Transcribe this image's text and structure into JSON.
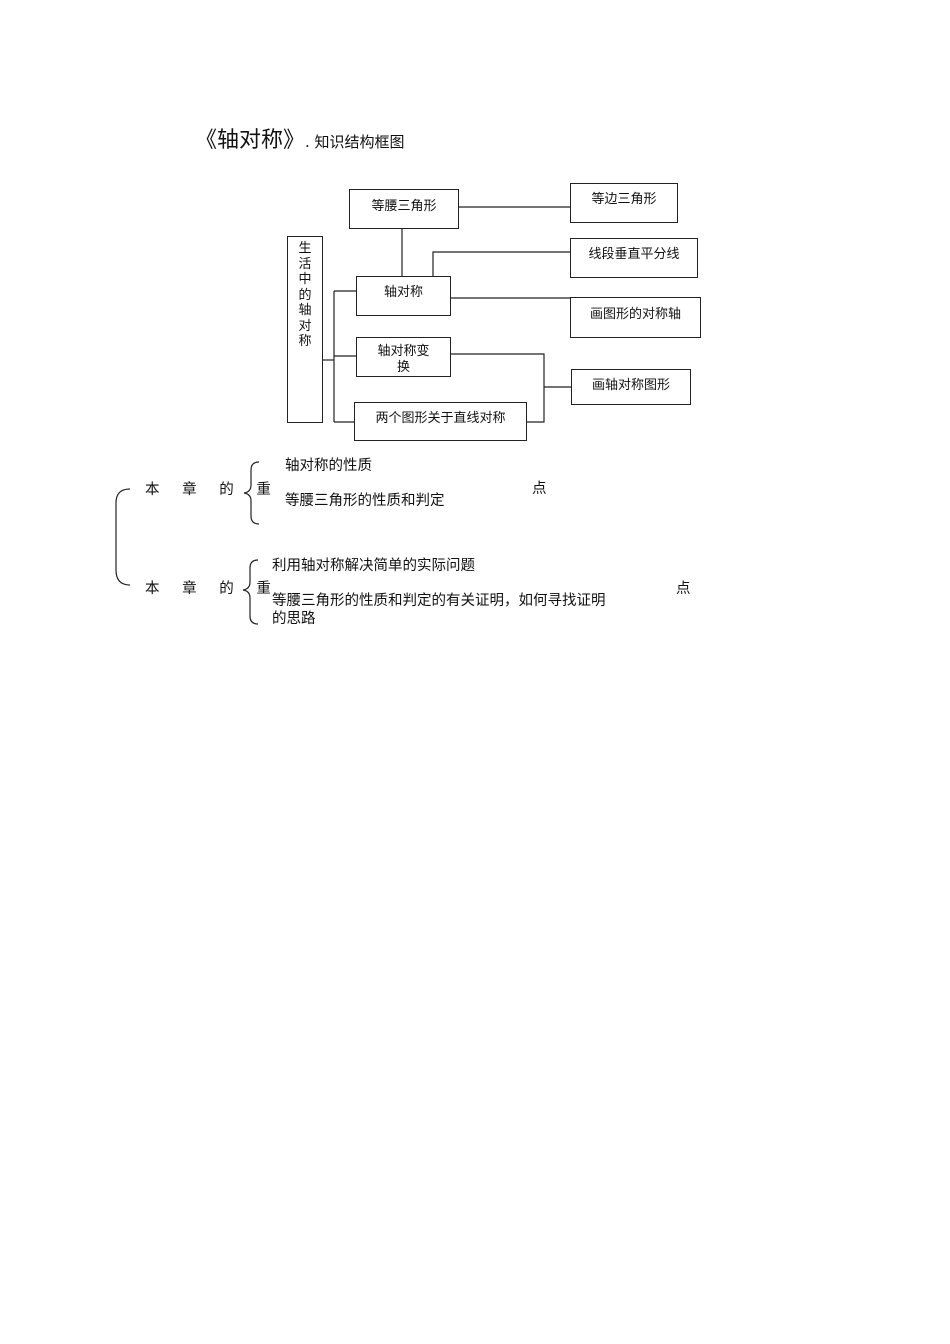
{
  "title": {
    "main": "《轴对称》",
    "sub": ". 知识结构框图"
  },
  "diagram": {
    "root": [
      "生",
      "活",
      "中",
      "的",
      "轴",
      "对",
      "称"
    ],
    "nodes": {
      "isosceles": "等腰三角形",
      "equilateral": "等边三角形",
      "perp_bisector": "线段垂直平分线",
      "axis_sym": "轴对称",
      "draw_axis": "画图形的对称轴",
      "transform_line1": "轴对称变",
      "transform_line2": "换",
      "draw_figure": "画轴对称图形",
      "two_figures": "两个图形关于直线对称"
    }
  },
  "focus": {
    "label": "本 章 的 重",
    "suffix": "点",
    "items": [
      "轴对称的性质",
      "等腰三角形的性质和判定"
    ]
  },
  "difficulty": {
    "label": "本 章 的 重",
    "suffix": "点",
    "item1": "利用轴对称解决简单的实际问题",
    "item2_line1": "等腰三角形的性质和判定的有关证明，如何寻找证明",
    "item2_line2": "的思路"
  }
}
